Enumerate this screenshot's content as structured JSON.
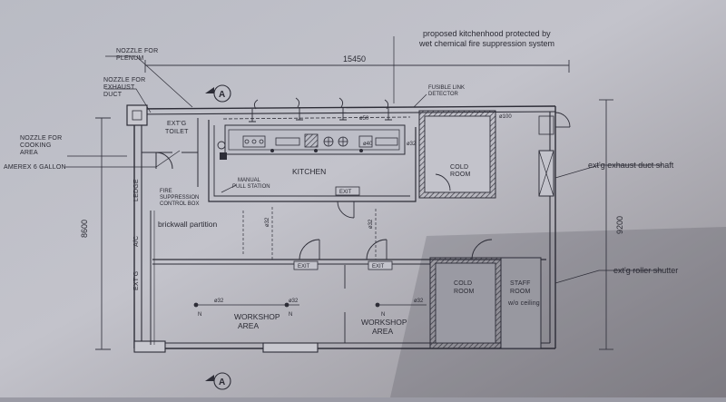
{
  "notes": {
    "nozzle_plenum": [
      "NOZZLE FOR",
      "PLENUM"
    ],
    "nozzle_exhaust": [
      "NOZZLE FOR",
      "EXHAUST",
      "DUCT"
    ],
    "nozzle_cooking": [
      "NOZZLE FOR",
      "COOKING",
      "AREA"
    ],
    "amerex": "AMEREX 6 GALLON",
    "fusible": [
      "FUSIBLE LINK",
      "DETECTOR"
    ],
    "kitchenhood": [
      "proposed kitchenhood protected by",
      "wet chemical fire suppression system"
    ],
    "exhaust_shaft": "ext'g exhaust duct shaft",
    "roller_shutter": "ext'g roller shutter",
    "brickwall": "brickwall partition"
  },
  "dimensions": {
    "top": "15450",
    "left": "8600",
    "right": "9200"
  },
  "section_markers": {
    "top": "A",
    "bottom": "A"
  },
  "rooms": {
    "toilet": [
      "EXT'G",
      "TOILET"
    ],
    "kitchen": "KITCHEN",
    "cold_room_1": [
      "COLD",
      "ROOM"
    ],
    "cold_room_2": [
      "COLD",
      "ROOM"
    ],
    "staff_room": [
      "STAFF",
      "ROOM",
      "w/o ceiling"
    ],
    "workshop_1": [
      "WORKSHOP",
      "AREA"
    ],
    "workshop_2": [
      "WORKSHOP",
      "AREA"
    ],
    "ledge": "LEDGE",
    "ac": "A/C",
    "extg": "EXT'G"
  },
  "labels": {
    "manual_pull": [
      "MANUAL",
      "PULL STATION"
    ],
    "fire_suppression": [
      "FIRE",
      "SUPPRESSION",
      "CONTROL BOX"
    ],
    "exit": "EXIT",
    "pipe_32": "ø32",
    "pipe_50": "ø50",
    "pipe_40": "ø40",
    "pipe_100": "ø100",
    "n": "N"
  }
}
